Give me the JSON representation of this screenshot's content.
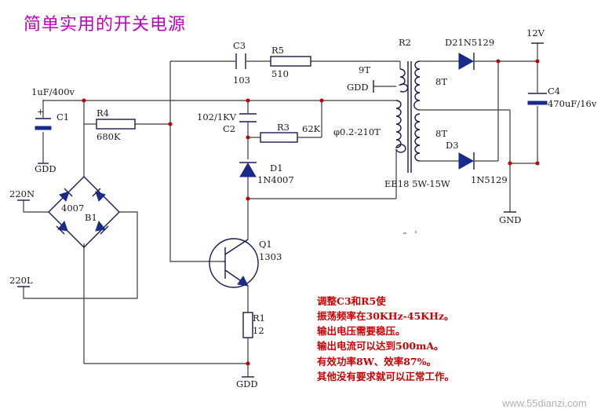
{
  "title": "简单实用的开关电源",
  "labels": {
    "c3": "C3",
    "c3_val": "103",
    "r5": "R5",
    "r5_val": "510",
    "r2": "R2",
    "d2": "D21N5129",
    "v12": "12V",
    "c1_rating": "1uF/400v",
    "c1": "C1",
    "r4": "R4",
    "r4_val": "680K",
    "gdd_c1": "GDD",
    "c2_rating": "102/1KV",
    "c2": "C2",
    "r3": "R3",
    "r3_val": "62K",
    "winding": "φ0.2-210T",
    "turns_9t": "9T",
    "gdd_t": "GDD",
    "turns_8t_a": "8T",
    "turns_8t_b": "8T",
    "c4": "C4",
    "c4_val": "470uF/16v",
    "d3": "D3",
    "d3_val": "1N5129",
    "d1": "D1",
    "d1_val": "1N4007",
    "core": "EE18 5W-15W",
    "gnd": "GND",
    "in_220n": "220N",
    "bridge_val": "4007",
    "bridge": "B1",
    "in_220l": "220L",
    "q1": "Q1",
    "q1_val": "1303",
    "r1": "R1",
    "r1_val": "12",
    "gdd_bottom": "GDD"
  },
  "notes": [
    "调整C3和R5使",
    "振荡频率在30KHz-45KHz。",
    "输出电压需要稳压。",
    "输出电流可以达到500mA。",
    "有效功率8W、效率87%。",
    "其他没有要求就可以正常工作。"
  ],
  "watermark": "www.55dianzi.com",
  "colors": {
    "title": "#c000c0",
    "notes": "#cc0000",
    "wire": "#3a3a3a",
    "component": "#1a2a8a",
    "junction": "#c00000"
  }
}
